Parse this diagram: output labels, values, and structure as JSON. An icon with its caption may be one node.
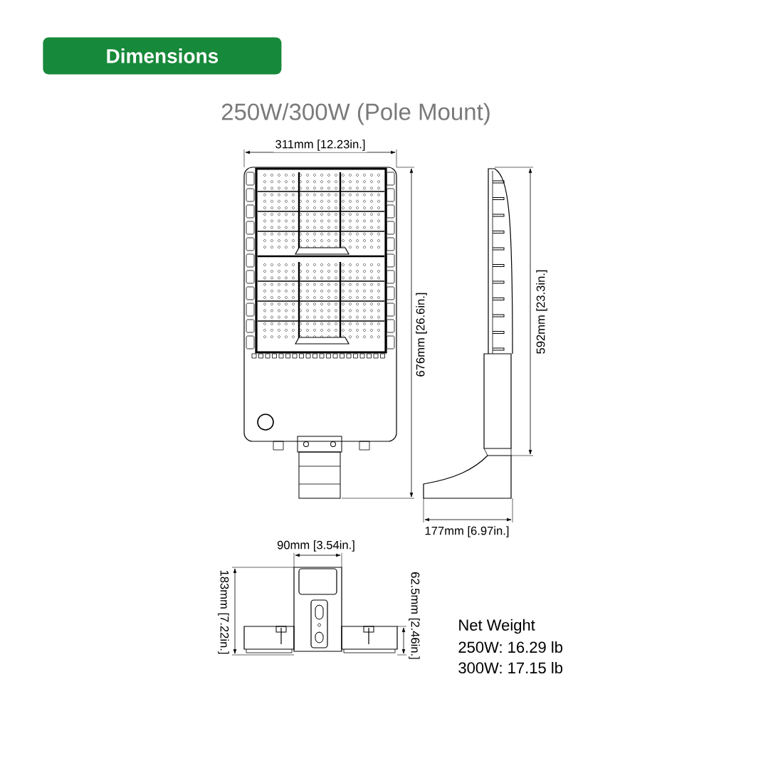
{
  "diagram": {
    "title": "Dimensions",
    "labels": [
      "250W/300W (Pole Mount)",
      "311mm [12.23in.]",
      "676mm [26.6in.]",
      "592mm [23.3in.]",
      "177mm [6.97in.]",
      "90mm [3.54in.]",
      "183mm [7.22in.]",
      "62.5mm [2.46in.]",
      "Net Weight",
      "250W: 16.29 lb",
      "300W: 17.15 lb"
    ]
  }
}
